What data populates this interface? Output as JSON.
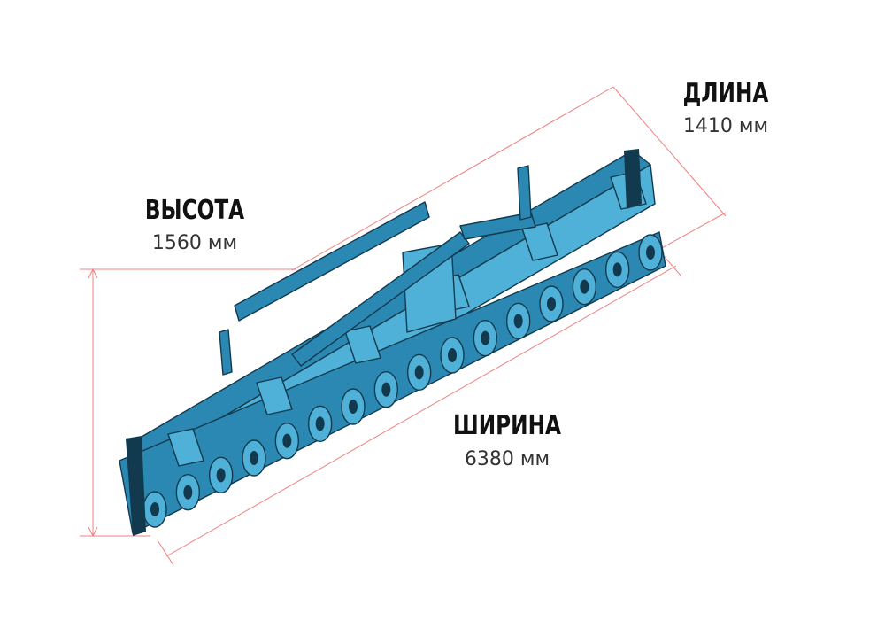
{
  "colors": {
    "dimension_line": "#f08080",
    "machine_main": "#2b88b3",
    "machine_light": "#4fb1d8",
    "machine_dark": "#123a4e"
  },
  "dimensions": {
    "length": {
      "label": "ДЛИНА",
      "value": "1410 мм"
    },
    "height": {
      "label": "ВЫСОТА",
      "value": "1560 мм"
    },
    "width": {
      "label": "ШИРИНА",
      "value": "6380 мм"
    }
  }
}
